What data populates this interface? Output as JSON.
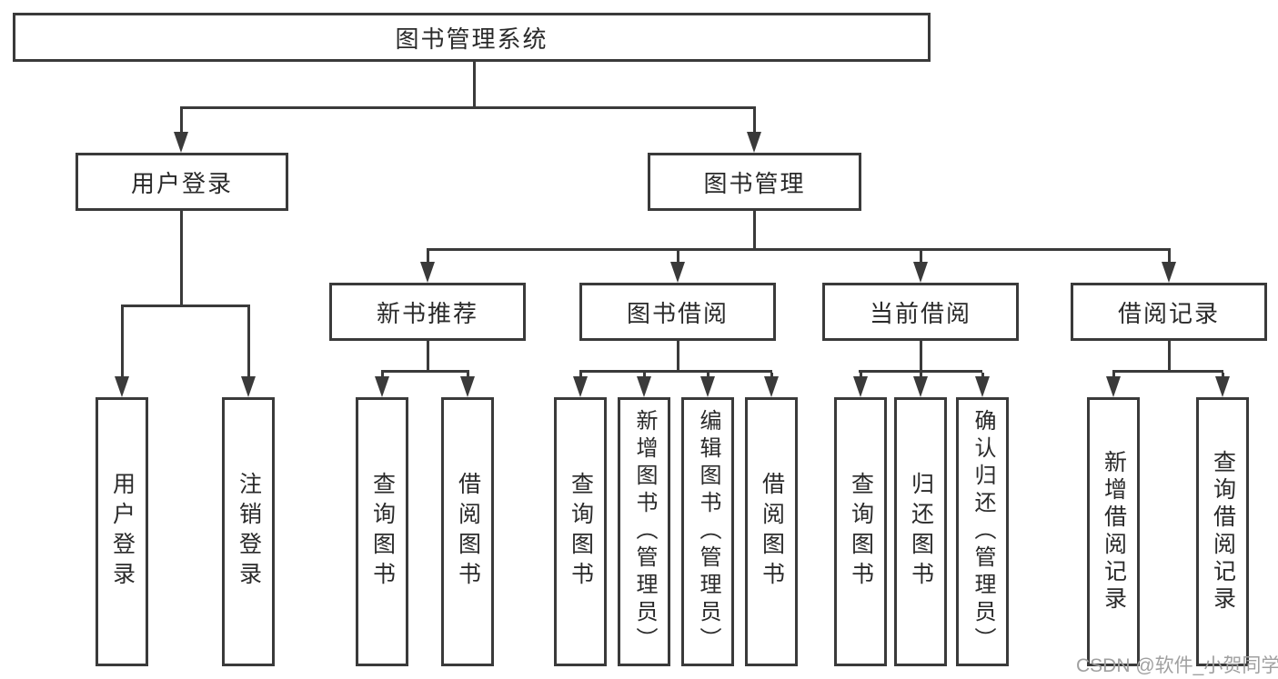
{
  "diagram": {
    "root_label": "图书管理系统",
    "level2": {
      "user_login": "用户登录",
      "book_management": "图书管理"
    },
    "level3": {
      "new_books": "新书推荐",
      "book_borrowing": "图书借阅",
      "current_borrowing": "当前借阅",
      "borrowing_records": "借阅记录"
    },
    "leaves": {
      "user_login": [
        "用户登录",
        "注销登录"
      ],
      "new_books": [
        "查询图书",
        "借阅图书"
      ],
      "book_borrowing": [
        "查询图书",
        "新增图书（管理员）",
        "编辑图书（管理员）",
        "借阅图书"
      ],
      "current_borrowing": [
        "查询图书",
        "归还图书",
        "确认归还（管理员）"
      ],
      "borrowing_records": [
        "新增借阅记录",
        "查询借阅记录"
      ]
    },
    "colors": {
      "line": "#3a3a3a",
      "text": "#2a2a2a",
      "background": "#ffffff",
      "watermark": "#a0a0a0"
    }
  },
  "watermark": "CSDN @软件_小贺同学"
}
